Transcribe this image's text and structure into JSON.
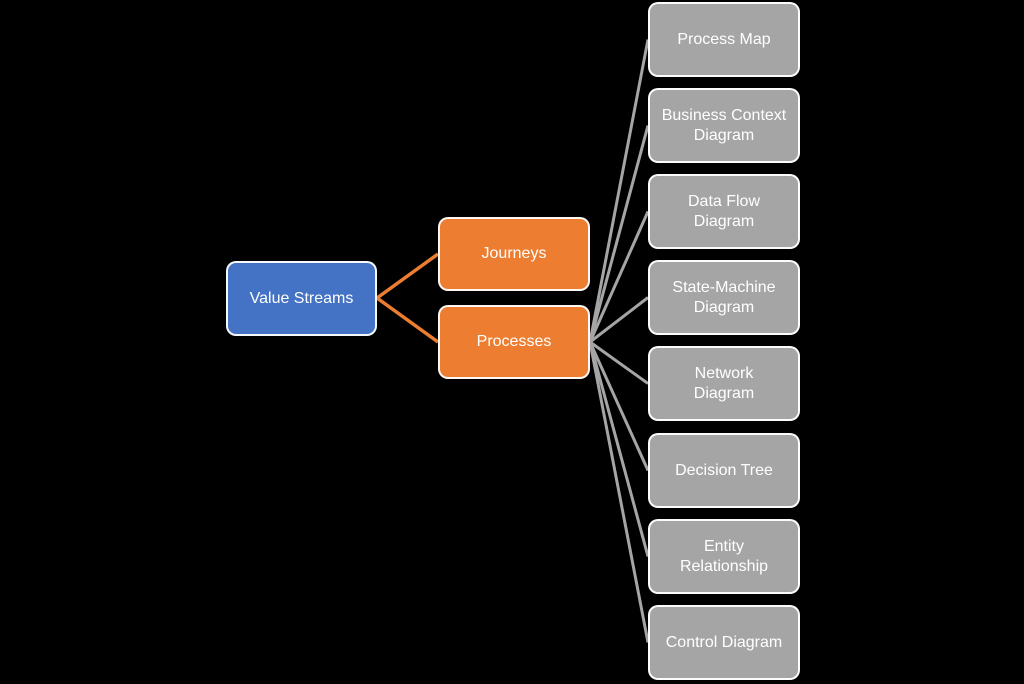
{
  "diagram": {
    "background_color": "#000000",
    "text_color": "#FFFFFF",
    "node_border_color": "#FFFFFF",
    "root": {
      "label": "Value Streams",
      "color": "#4472C4"
    },
    "level2": [
      {
        "label": "Journeys",
        "color": "#ED7D31"
      },
      {
        "label": "Processes",
        "color": "#ED7D31"
      }
    ],
    "leaves": [
      {
        "label": "Process Map",
        "color": "#A5A5A5"
      },
      {
        "label": "Business Context\nDiagram",
        "color": "#A5A5A5"
      },
      {
        "label": "Data Flow\nDiagram",
        "color": "#A5A5A5"
      },
      {
        "label": "State-Machine\nDiagram",
        "color": "#A5A5A5"
      },
      {
        "label": "Network\nDiagram",
        "color": "#A5A5A5"
      },
      {
        "label": "Decision Tree",
        "color": "#A5A5A5"
      },
      {
        "label": "Entity\nRelationship",
        "color": "#A5A5A5"
      },
      {
        "label": "Control Diagram",
        "color": "#A5A5A5"
      }
    ],
    "connections": [
      {
        "from": "Value Streams",
        "to": "Journeys",
        "color": "#ED7D31"
      },
      {
        "from": "Value Streams",
        "to": "Processes",
        "color": "#ED7D31"
      },
      {
        "from": "Processes",
        "to": "Process Map",
        "color": "#A5A5A5"
      },
      {
        "from": "Processes",
        "to": "Business Context Diagram",
        "color": "#A5A5A5"
      },
      {
        "from": "Processes",
        "to": "Data Flow Diagram",
        "color": "#A5A5A5"
      },
      {
        "from": "Processes",
        "to": "State-Machine Diagram",
        "color": "#A5A5A5"
      },
      {
        "from": "Processes",
        "to": "Network Diagram",
        "color": "#A5A5A5"
      },
      {
        "from": "Processes",
        "to": "Decision Tree",
        "color": "#A5A5A5"
      },
      {
        "from": "Processes",
        "to": "Entity Relationship",
        "color": "#A5A5A5"
      },
      {
        "from": "Processes",
        "to": "Control Diagram",
        "color": "#A5A5A5"
      }
    ]
  }
}
